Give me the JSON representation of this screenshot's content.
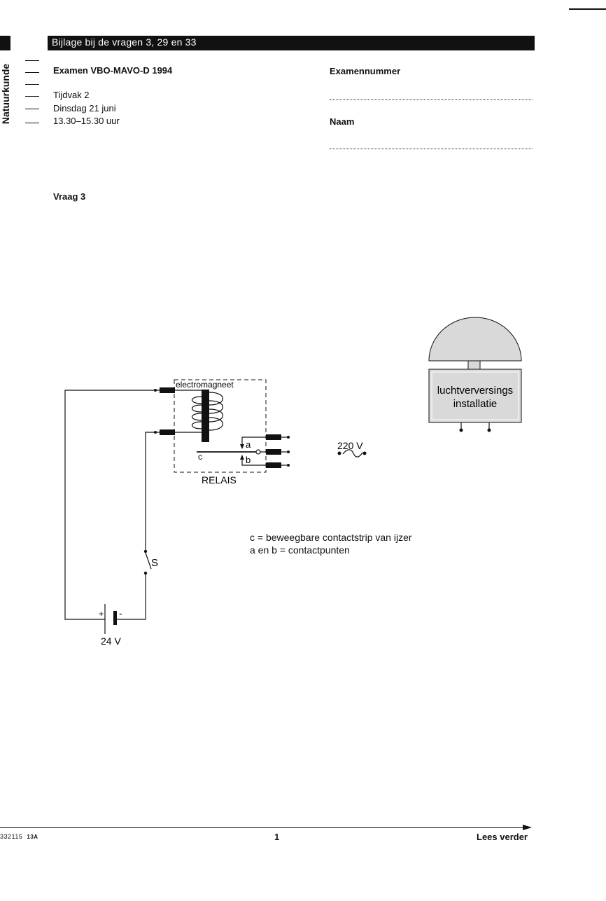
{
  "header": {
    "banner": "Bijlage bij de vragen 3, 29 en 33",
    "subject": "Natuurkunde"
  },
  "exam": {
    "title": "Examen VBO-MAVO-D 1994",
    "period": "Tijdvak 2",
    "day": "Dinsdag 21 juni",
    "time": "13.30–15.30 uur"
  },
  "fields": {
    "number_label": "Examennummer",
    "name_label": "Naam"
  },
  "question": {
    "label": "Vraag 3"
  },
  "diagram": {
    "electromagnet_label": "electromagneet",
    "relay_label": "RELAIS",
    "strip_label": "c",
    "contact_a": "a",
    "contact_b": "b",
    "switch_label": "S",
    "battery_plus": "+",
    "battery_minus": "-",
    "battery_voltage": "24 V",
    "mains_voltage": "220 V",
    "device_line1": "luchtverversings",
    "device_line2": "installatie"
  },
  "legend": {
    "line1": "c = beweegbare contactstrip van ijzer",
    "line2": "a en b = contactpunten"
  },
  "footer": {
    "code": "332115",
    "code_suffix": "13A",
    "page": "1",
    "continue": "Lees verder"
  },
  "colors": {
    "ink": "#111111",
    "device_fill": "#d9d9d9"
  }
}
